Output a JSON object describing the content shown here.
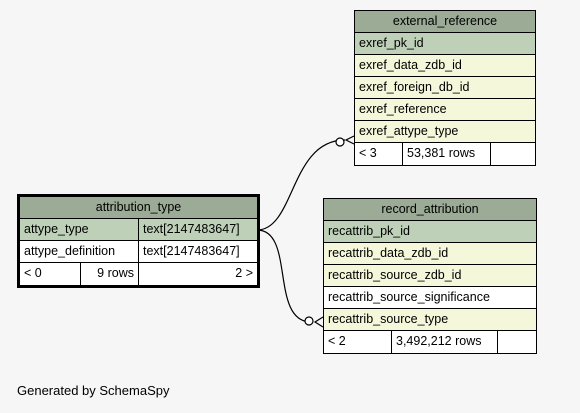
{
  "attribution_type": {
    "title": "attribution_type",
    "columns": [
      {
        "name": "attype_type",
        "type": "text[2147483647]"
      },
      {
        "name": "attype_definition",
        "type": "text[2147483647]"
      }
    ],
    "footer": {
      "parents": "< 0",
      "rows": "9 rows",
      "children": "2 >"
    }
  },
  "external_reference": {
    "title": "external_reference",
    "columns": [
      "exref_pk_id",
      "exref_data_zdb_id",
      "exref_foreign_db_id",
      "exref_reference",
      "exref_attype_type"
    ],
    "footer": {
      "parents": "< 3",
      "rows": "53,381 rows"
    }
  },
  "record_attribution": {
    "title": "record_attribution",
    "columns": [
      "recattrib_pk_id",
      "recattrib_data_zdb_id",
      "recattrib_source_zdb_id",
      "recattrib_source_significance",
      "recattrib_source_type"
    ],
    "footer": {
      "parents": "< 2",
      "rows": "3,492,212 rows"
    }
  },
  "credit": "Generated by SchemaSpy",
  "colors": {
    "header": "#9bab96",
    "primary_key": "#bed1b8",
    "column": "#f4f7da",
    "background": "#f6f6f6"
  }
}
